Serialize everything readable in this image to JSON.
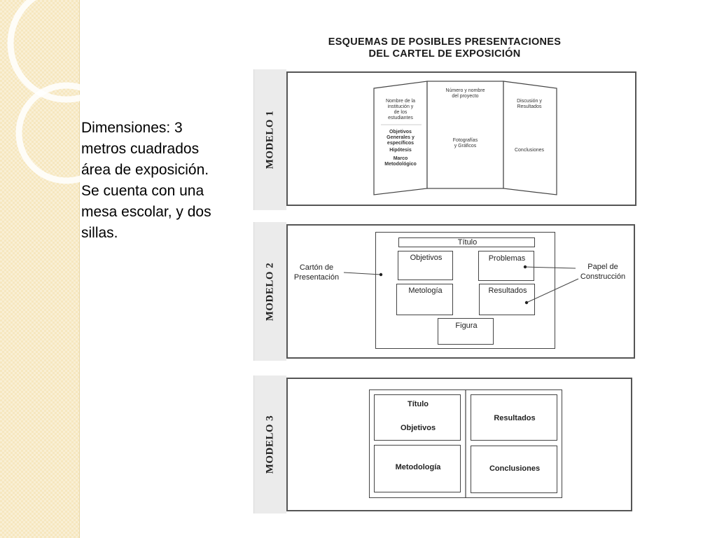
{
  "info": {
    "text": "Dimensiones:  3\nmetros cuadrados\nárea de exposición.\nSe cuenta con una\nmesa escolar, y dos\nsillas."
  },
  "diagram": {
    "title_line1": "ESQUEMAS DE POSIBLES PRESENTACIONES",
    "title_line2": "DEL CARTEL DE EXPOSICIÓN",
    "modelo1": {
      "tab": "MODELO 1",
      "left_top": "Nombre de la\ninstitución y\nde los\nestudiantes",
      "left_objetivos": "Objetivos\nGenerales y\nespecíficos",
      "left_hipotesis": "Hipótesis",
      "left_marco": "Marco\nMetodológico",
      "center_top": "Número y nombre\ndel proyecto",
      "center_mid": "Fotografías\ny Gráficos",
      "right_top": "Discusión y\nResultados",
      "right_mid": "Conclusiones"
    },
    "modelo2": {
      "tab": "MODELO 2",
      "titulo": "Título",
      "objetivos": "Objetivos",
      "problemas": "Problemas",
      "metologia": "Metología",
      "resultados": "Resultados",
      "figura": "Figura",
      "carton": "Cartón de\nPresentación",
      "papel": "Papel de\nConstrucción"
    },
    "modelo3": {
      "tab": "MODELO 3",
      "titulo": "Título",
      "objetivos": "Objetivos",
      "resultados": "Resultados",
      "metodologia": "Metodología",
      "conclusiones": "Conclusiones"
    }
  },
  "colors": {
    "strip": "#f6e7bf",
    "tab": "#ebebeb",
    "line": "#444444"
  }
}
